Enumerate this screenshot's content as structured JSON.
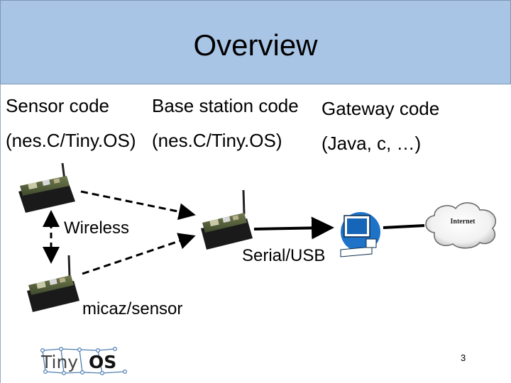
{
  "slide": {
    "title": "Overview",
    "columns": {
      "sensor_title": "Sensor code",
      "sensor_sub": "(nes.C/Tiny.OS)",
      "base_title": "Base station code",
      "base_sub": "(nes.C/Tiny.OS)",
      "gateway_title": "Gateway code",
      "gateway_sub": "(Java, c, …)"
    },
    "labels": {
      "wireless": "Wireless",
      "serial": "Serial/USB",
      "mote": "micaz/sensor",
      "internet": "Internet"
    },
    "logo": {
      "part1": "Tiny",
      "part2": "OS"
    },
    "page_number": "3"
  }
}
